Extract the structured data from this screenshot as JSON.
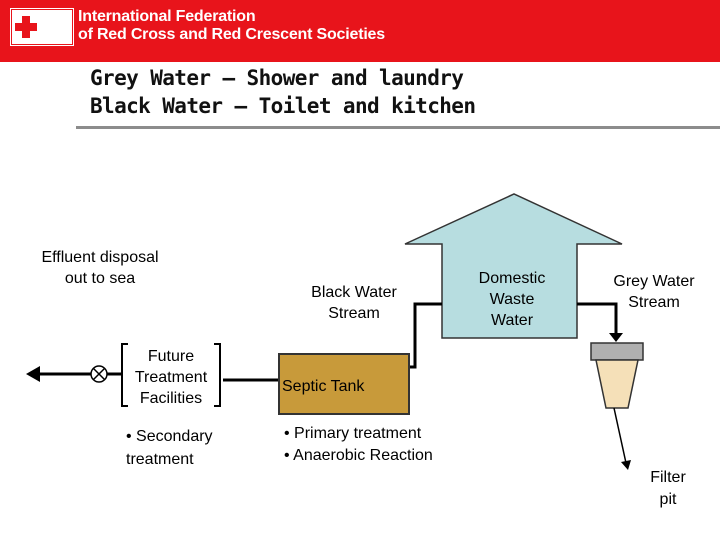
{
  "header": {
    "org_line1": "International Federation",
    "org_line2": "of Red Cross and Red Crescent Societies",
    "brand_color": "#e8141b"
  },
  "title": {
    "line1": "Grey Water – Shower and laundry",
    "line2": "Black Water – Toilet and kitchen"
  },
  "diagram": {
    "effluent_label": [
      "Effluent disposal",
      "out to sea"
    ],
    "future_label": [
      "Future",
      "Treatment",
      "Facilities"
    ],
    "secondary_label": [
      "• Secondary",
      "treatment"
    ],
    "black_water_label": [
      "Black Water",
      "Stream"
    ],
    "house_label": [
      "Domestic",
      "Waste",
      "Water"
    ],
    "grey_water_label": [
      "Grey Water",
      "Stream"
    ],
    "septic_label": "Septic Tank",
    "primary_bullets": [
      "• Primary treatment",
      "• Anaerobic Reaction"
    ],
    "filter_label": [
      "Filter",
      "pit"
    ],
    "colors": {
      "house_fill": "#b7dde0",
      "septic_fill": "#c89a3a",
      "filter_fill": "#f5e0b8",
      "filter_cap": "#b0b0b0"
    }
  }
}
